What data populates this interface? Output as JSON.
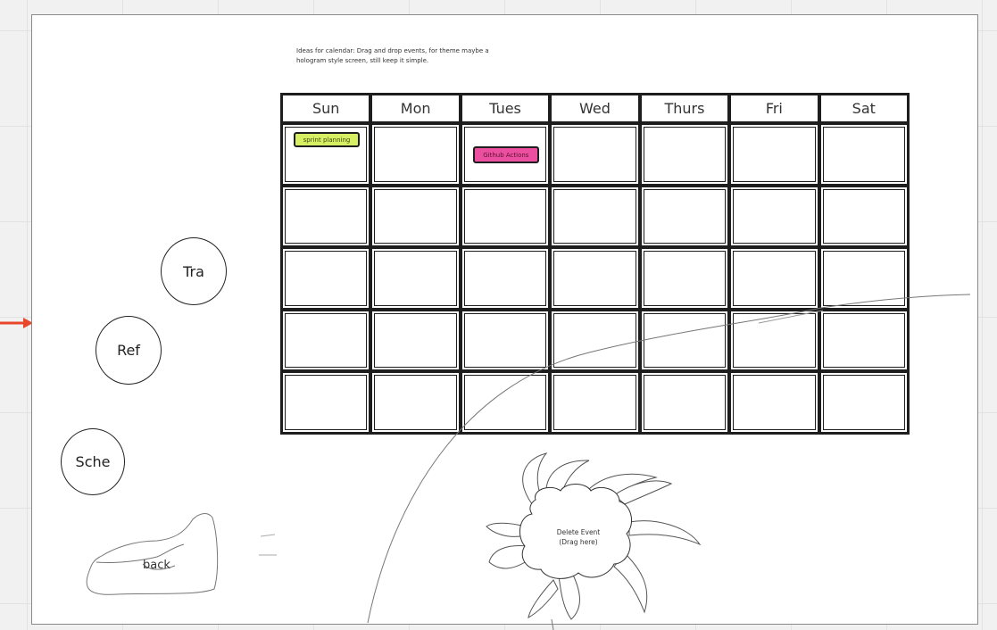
{
  "note": {
    "line1": "Ideas for calendar: Drag and drop events, for theme maybe a",
    "line2": "hologram style screen, still keep it simple."
  },
  "calendar": {
    "days": [
      "Sun",
      "Mon",
      "Tues",
      "Wed",
      "Thurs",
      "Fri",
      "Sat"
    ],
    "weeks": 5,
    "events": [
      {
        "label": "sprint planning",
        "day": "Sun",
        "week": 1,
        "color": "#d6ef63"
      },
      {
        "label": "Github Actions",
        "day": "Tues",
        "week": 1,
        "color": "#ec4fa0"
      }
    ]
  },
  "nav": {
    "tra": "Tra",
    "ref": "Ref",
    "sche": "Sche",
    "back": "back"
  },
  "trash": {
    "line1": "Delete Event",
    "line2": "(Drag here)"
  },
  "colors": {
    "arrow": "#e8472a",
    "grid_line": "#1e1e1e"
  }
}
